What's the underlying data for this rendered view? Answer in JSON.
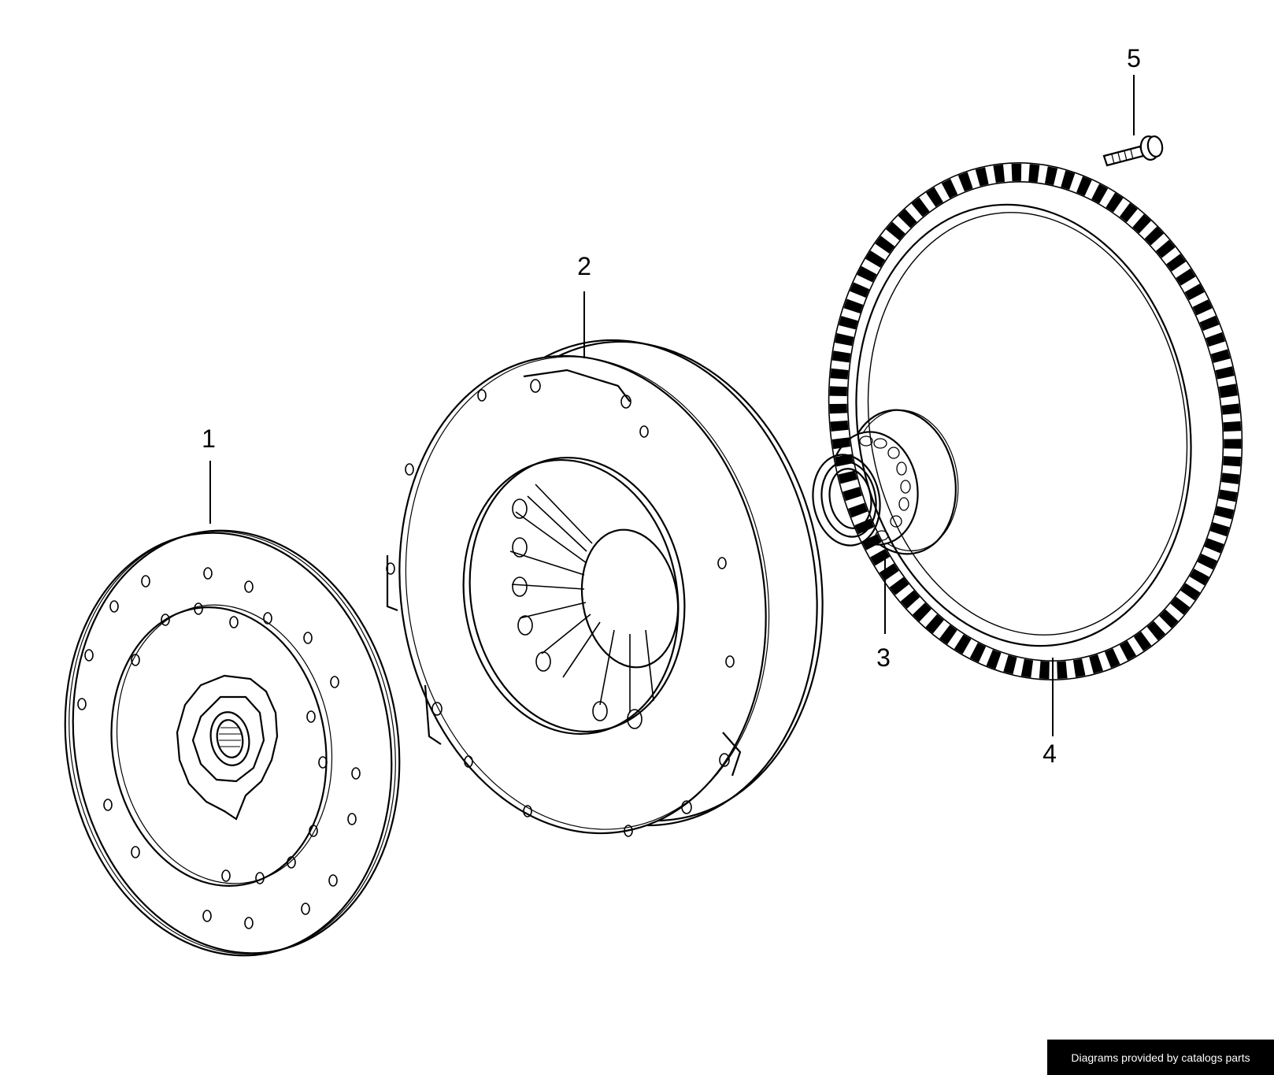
{
  "diagram": {
    "callouts": [
      "1",
      "2",
      "3",
      "4",
      "5"
    ]
  },
  "footer": {
    "text": "Diagrams provided by catalogs parts",
    "background": "#000000",
    "text_color": "#ffffff"
  },
  "colors": {
    "line": "#000000",
    "background": "#ffffff"
  }
}
